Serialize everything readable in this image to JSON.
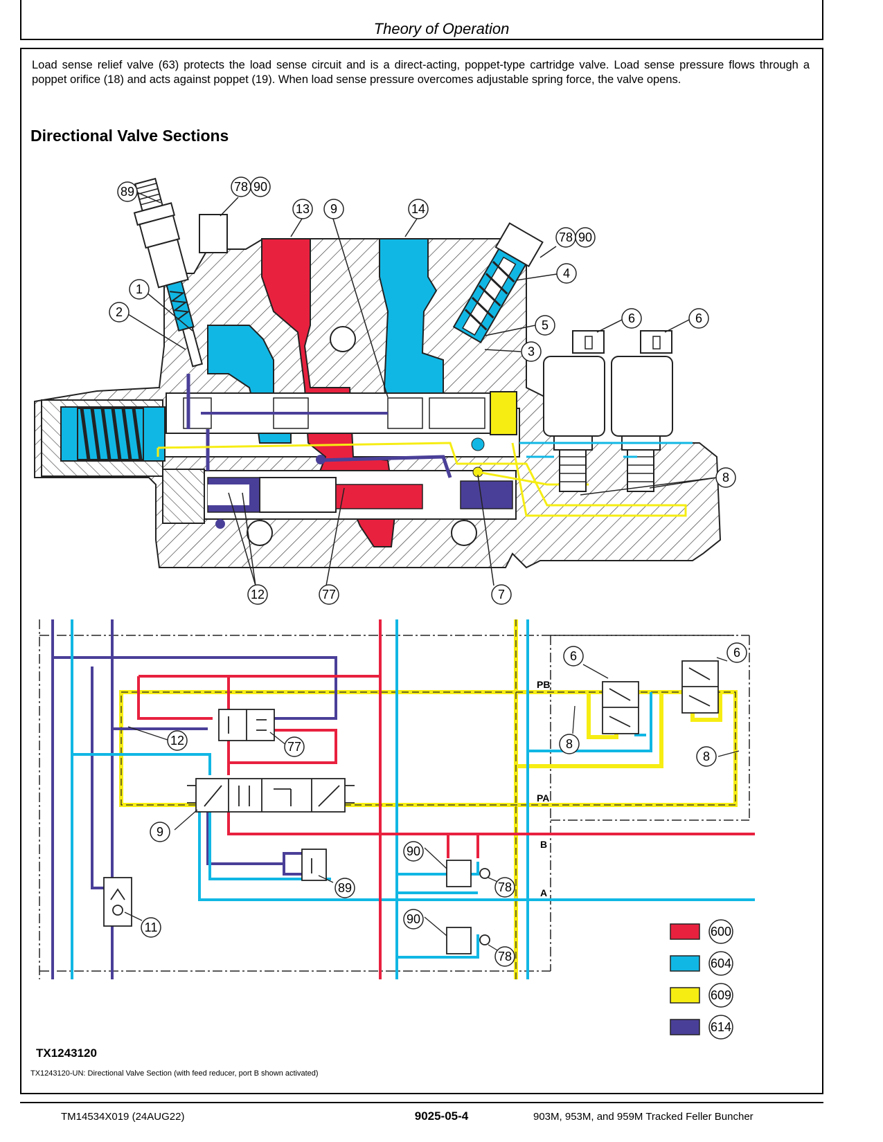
{
  "header": {
    "title": "Theory of Operation"
  },
  "intro_text": "Load sense relief valve (63) protects the load sense circuit and is a direct-acting, poppet-type cartridge valve. Load sense pressure flows through a poppet orifice (18) and acts against poppet (19). When load sense pressure overcomes adjustable spring force, the valve opens.",
  "section_title": "Directional Valve Sections",
  "callouts": {
    "c89": "89",
    "c78a": "78",
    "c90a": "90",
    "c13": "13",
    "c9": "9",
    "c14": "14",
    "c78b": "78",
    "c90b": "90",
    "c4": "4",
    "c1": "1",
    "c2": "2",
    "c5": "5",
    "c3": "3",
    "c6a": "6",
    "c6b": "6",
    "c8": "8",
    "c12": "12",
    "c77": "77",
    "c7": "7"
  },
  "schematic": {
    "c6a": "6",
    "c6b": "6",
    "c8a": "8",
    "c8b": "8",
    "c12": "12",
    "c77": "77",
    "c9": "9",
    "c11": "11",
    "c89": "89",
    "c90a": "90",
    "c90b": "90",
    "c78a": "78",
    "c78b": "78",
    "port_pb": "PB",
    "port_pa": "PA",
    "port_b": "B",
    "port_a": "A"
  },
  "legend": [
    {
      "code": "600",
      "color": "#e8213f"
    },
    {
      "code": "604",
      "color": "#11b7e4"
    },
    {
      "code": "609",
      "color": "#f6ed13"
    },
    {
      "code": "614",
      "color": "#4a3f98"
    }
  ],
  "colors": {
    "pressure": "#e8213f",
    "return": "#11b7e4",
    "pilot": "#f6ed13",
    "trapped": "#4a3f98"
  },
  "figure": {
    "id": "TX1243120",
    "caption": "TX1243120-UN: Directional Valve Section (with feed reducer, port B shown activated)"
  },
  "footer": {
    "doc": "TM14534X019 (24AUG22)",
    "page": "9025-05-4",
    "model": "903M, 953M, and 959M Tracked Feller Buncher"
  }
}
